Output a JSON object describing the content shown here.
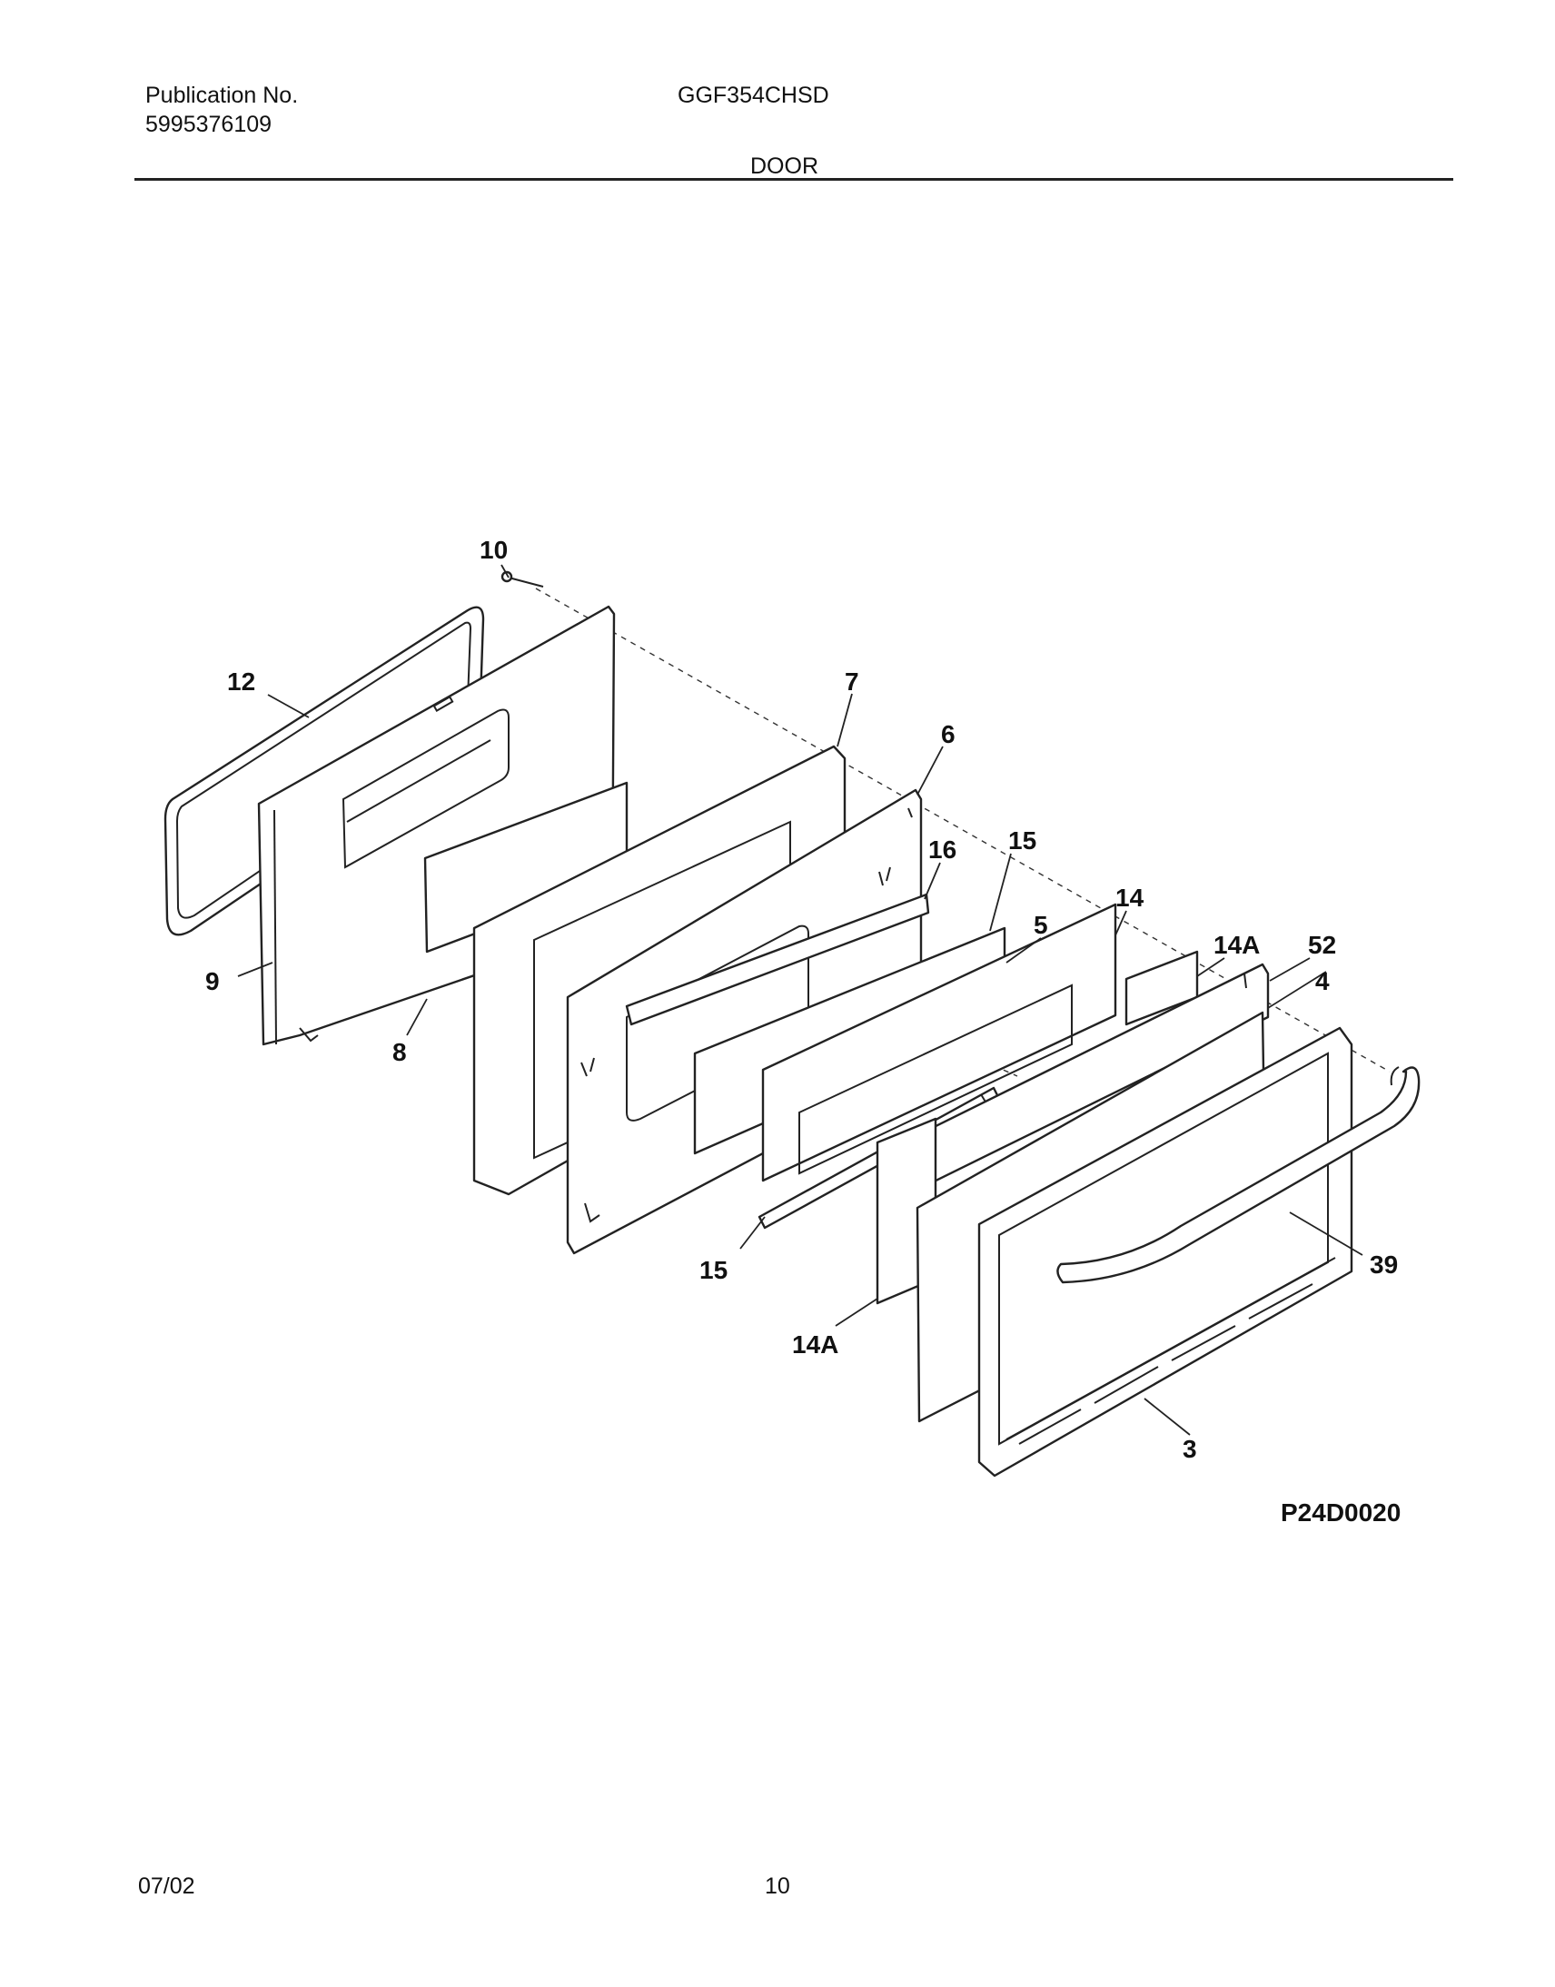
{
  "header": {
    "publication_label": "Publication No.",
    "publication_number": "5995376109",
    "model": "GGF354CHSD",
    "section_title": "DOOR"
  },
  "diagram": {
    "callouts": {
      "c10": "10",
      "c12": "12",
      "c7": "7",
      "c6": "6",
      "c16": "16",
      "c15_top": "15",
      "c14": "14",
      "c5": "5",
      "c14A_top": "14A",
      "c52": "52",
      "c4": "4",
      "c9": "9",
      "c8": "8",
      "c15_bottom": "15",
      "c14A_bottom": "14A",
      "c39": "39",
      "c3": "3"
    },
    "code": "P24D0020"
  },
  "footer": {
    "date": "07/02",
    "page": "10"
  }
}
